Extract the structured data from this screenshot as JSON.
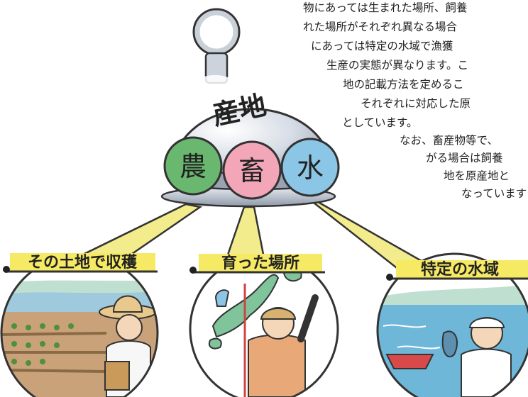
{
  "dome": {
    "label": "産地",
    "categories": [
      {
        "char": "農",
        "color": "#6ab870"
      },
      {
        "char": "畜",
        "color": "#f2a6b8"
      },
      {
        "char": "水",
        "color": "#8cc6e6"
      }
    ]
  },
  "text_lines": [
    "物にあっては生まれた場所、飼養",
    "れた場所がそれぞれ異なる場合",
    "にあっては特定の水域で漁獲",
    "生産の実態が異なります。こ",
    "地の記載方法を定めるこ",
    "それぞれに対応した原",
    "としています。",
    "なお、畜産物等で、",
    "がる場合は飼養",
    "地を原産地と",
    "なっています"
  ],
  "panels": [
    {
      "label": "その土地で収穫"
    },
    {
      "label": "育った場所"
    },
    {
      "label": "特定の水域"
    }
  ],
  "colors": {
    "label_bg": "#f6ea64",
    "beam": "#f3ec8c",
    "outline": "#333333"
  }
}
